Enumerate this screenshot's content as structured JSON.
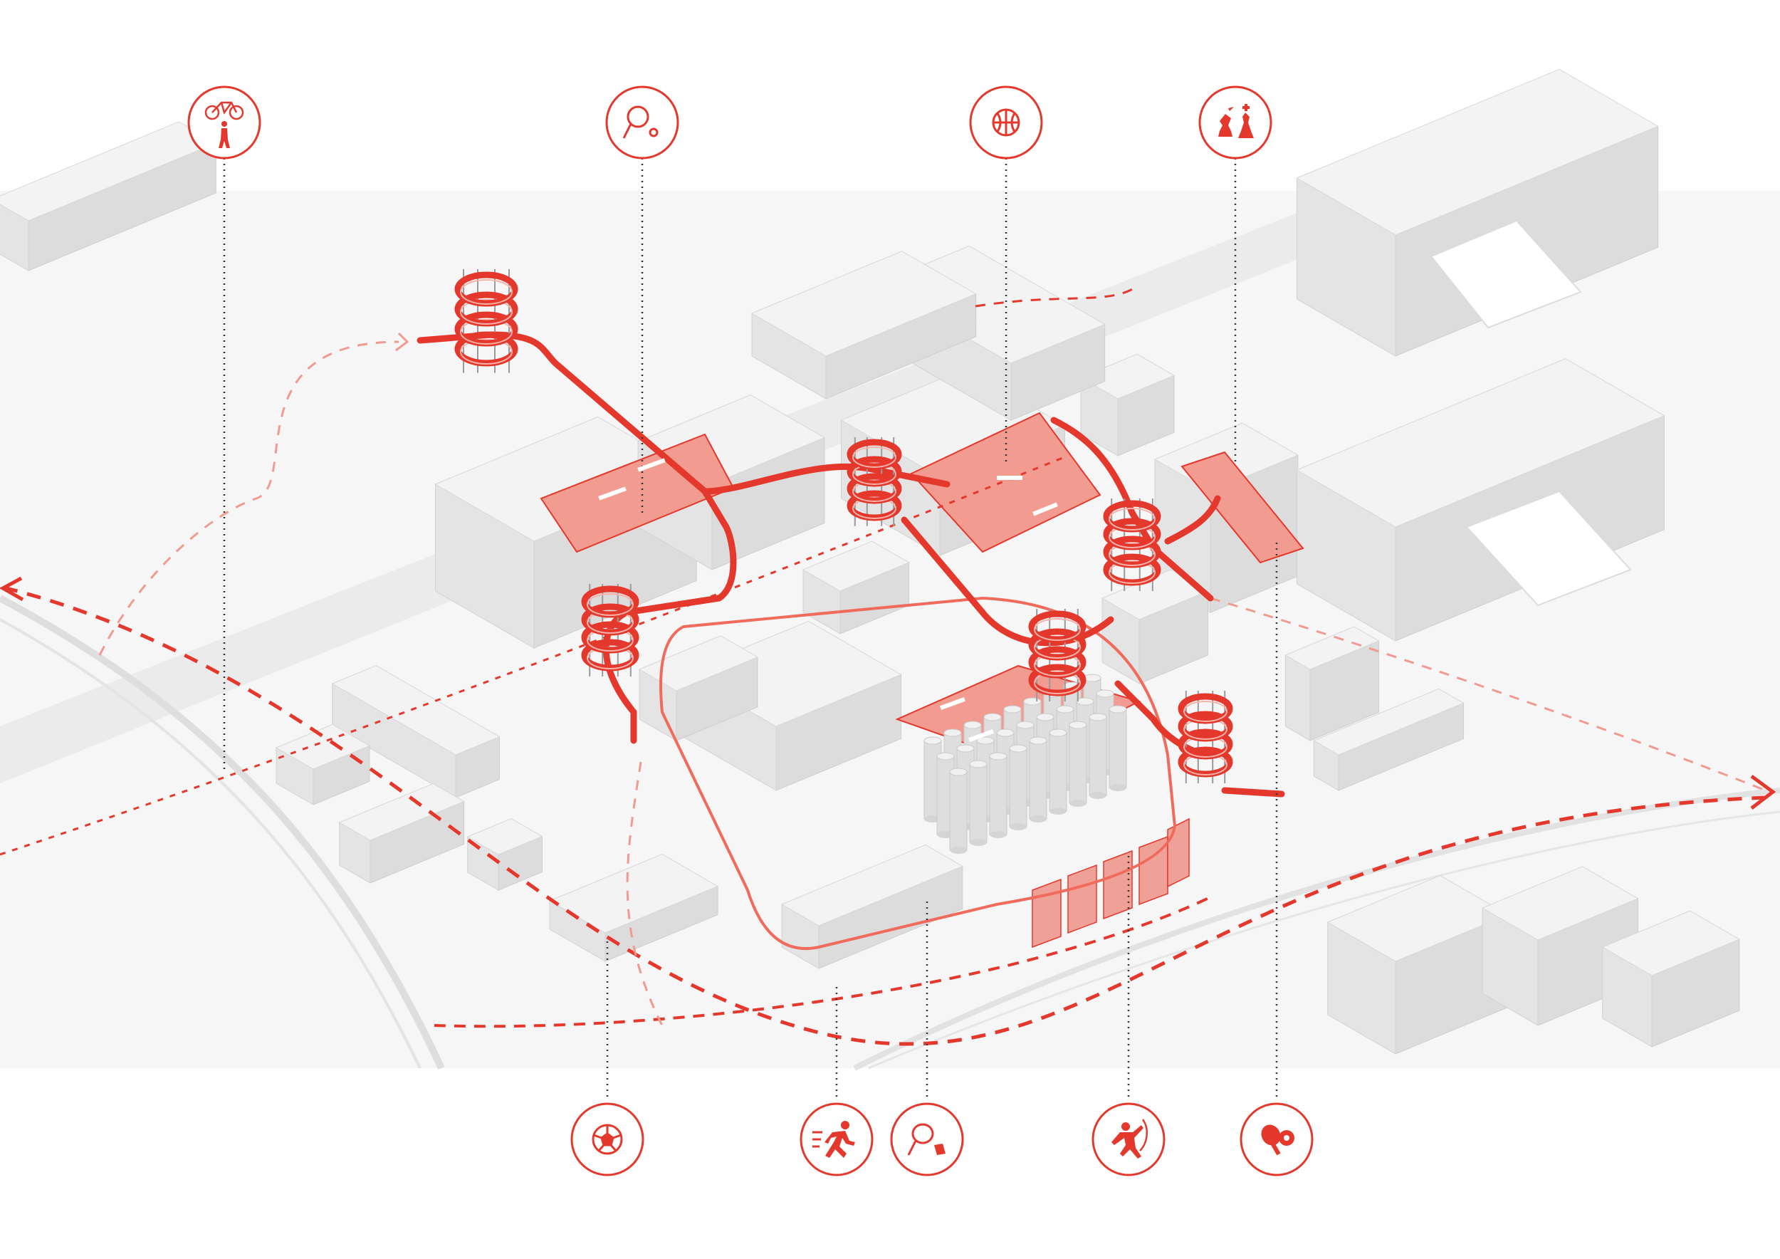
{
  "diagram": {
    "accent_color": "#e5382d",
    "roof_color": "#f0968c",
    "massing_color": "#ececec",
    "ground_color": "#f7f7f7"
  },
  "activities": {
    "top": [
      {
        "id": "cycling-walking",
        "icon": "bicycle-pedestrian-icon"
      },
      {
        "id": "tennis",
        "icon": "tennis-icon"
      },
      {
        "id": "basketball",
        "icon": "basketball-icon"
      },
      {
        "id": "chess",
        "icon": "chess-icon"
      }
    ],
    "bottom": [
      {
        "id": "football",
        "icon": "soccer-ball-icon"
      },
      {
        "id": "running",
        "icon": "running-icon"
      },
      {
        "id": "badminton",
        "icon": "badminton-icon"
      },
      {
        "id": "gymnastics",
        "icon": "gymnastics-icon"
      },
      {
        "id": "table-tennis",
        "icon": "table-tennis-icon"
      }
    ]
  }
}
